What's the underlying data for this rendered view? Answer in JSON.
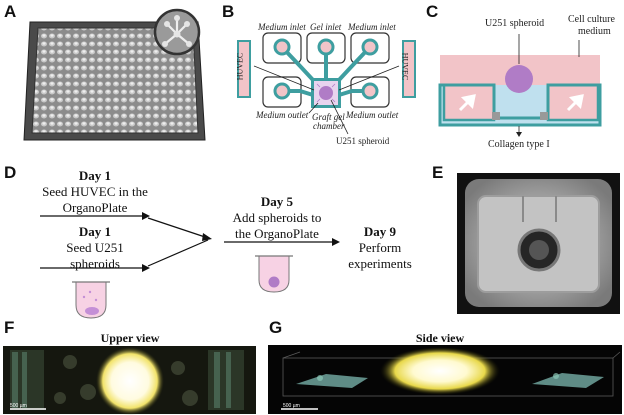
{
  "panels": {
    "A": {
      "label": "A"
    },
    "B": {
      "label": "B",
      "medium_inlet_left": "Medium inlet",
      "gel_inlet": "Gel inlet",
      "medium_inlet_right": "Medium inlet",
      "huvec_left": "HUVEC",
      "huvec_right": "HUVEC",
      "medium_outlet_left": "Medium outlet",
      "medium_outlet_right": "Medium outlet",
      "graft_gel_chamber_1": "Graft gel",
      "graft_gel_chamber_2": "chamber",
      "spheroid": "U251 spheroid"
    },
    "C": {
      "label": "C",
      "spheroid": "U251 spheroid",
      "medium_1": "Cell culture",
      "medium_2": "medium",
      "collagen": "Collagen type I"
    },
    "D": {
      "label": "D",
      "day1a_title": "Day 1",
      "day1a_line1": "Seed HUVEC in the",
      "day1a_line2": "OrganoPlate",
      "day1b_title": "Day 1",
      "day1b_line1": "Seed U251",
      "day1b_line2": "spheroids",
      "day5_title": "Day 5",
      "day5_line1": "Add spheroids to",
      "day5_line2": "the OrganoPlate",
      "day9_title": "Day 9",
      "day9_line1": "Perform",
      "day9_line2": "experiments"
    },
    "E": {
      "label": "E"
    },
    "F": {
      "label": "F",
      "title": "Upper view",
      "scale": "500 µm"
    },
    "G": {
      "label": "G",
      "title": "Side view",
      "scale": "500 µm"
    }
  },
  "colors": {
    "teal": "#3e9ea0",
    "pink": "#f2c4c8",
    "purple": "#b07cc6",
    "light_blue": "#bfe0ee"
  }
}
